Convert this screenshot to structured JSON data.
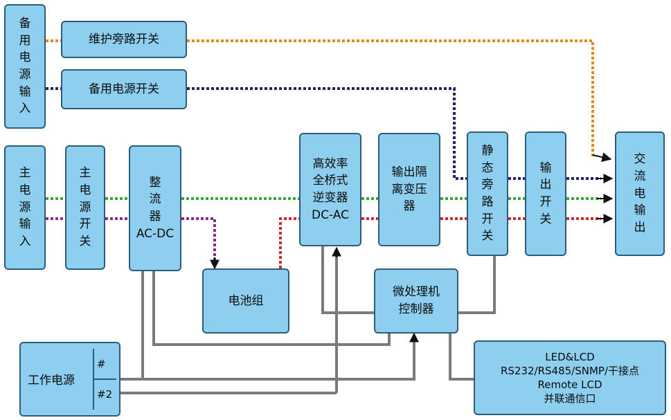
{
  "colors": {
    "box_fill": "#8ecff0",
    "box_border": "#2a5d7a",
    "bypass_line": "#e08a1e",
    "backup_line": "#22226b",
    "main_line": "#3aa63a",
    "rectifier_to_battery": "#8a2a8a",
    "battery_to_inverter": "#cc2a2a",
    "control_line": "#7a7a7a"
  },
  "boxes": {
    "backup_input": "备用电源输入",
    "bypass_switch": "维护旁路开关",
    "backup_switch": "备用电源开关",
    "main_input": "主电源输入",
    "main_switch": "主电源开关",
    "rectifier_cn": "整流器",
    "rectifier_en": "AC-DC",
    "inverter_cn": "高效率全桥式逆变器",
    "inverter_en": "DC-AC",
    "transformer": "输出隔离变压器",
    "static_bypass": "静态旁路开关",
    "output_switch": "输出开关",
    "ac_output": "交流电输出",
    "battery": "电池组",
    "controller": "微处理机控制器",
    "power_supply": "工作电源",
    "slot_1": "#",
    "slot_2": "#2",
    "comm_line1": "LED&LCD",
    "comm_line2": "RS232/RS485/SNMP/干接点",
    "comm_line3": "Remote LCD",
    "comm_line4": "并联通信口"
  }
}
